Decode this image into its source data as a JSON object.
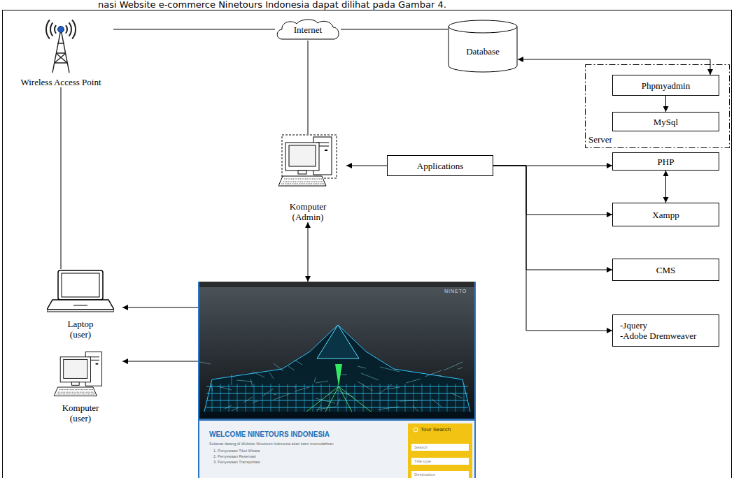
{
  "diagram": {
    "nodes": [
      {
        "text": [
          "Wireless Access Point"
        ]
      },
      {
        "text": [
          "Internet"
        ]
      },
      {
        "text": [
          "Database"
        ]
      },
      {
        "text": [
          "Server"
        ]
      },
      {
        "text": [
          "Phpmyadmin"
        ],
        "in": 3
      },
      {
        "text": [
          "MySql"
        ],
        "in": 3
      },
      {
        "text": [
          "Komputer (Admin)"
        ]
      },
      {
        "text": [
          "Applications"
        ]
      },
      {
        "text": [
          "PHP"
        ]
      },
      {
        "text": [
          "Xampp"
        ]
      },
      {
        "text": [
          "CMS"
        ]
      },
      {
        "text": [
          "-Jquery",
          "-Adobe Dremweaver"
        ]
      },
      {
        "text": [
          "Laptop (user)"
        ]
      },
      {
        "text": [
          "NINETO",
          "WELCOME NINETOURS INDONESIA",
          "Selamat datang di Website Ninetours Indonesia akan kami memudahkan",
          "1. Penyewaan Tiket Wisata",
          "2. Penyewaan Reservasi",
          "3. Penyewaan Transportasi",
          "Tour Search",
          "Search",
          "Title type",
          "Destination"
        ]
      },
      {
        "text": [
          "Komputer (user)"
        ]
      }
    ],
    "edges": [
      {
        "from": 0,
        "to": 1,
        "arrow": "none"
      },
      {
        "from": 1,
        "to": 2,
        "arrow": "none"
      },
      {
        "from": 1,
        "to": 6,
        "arrow": "none"
      },
      {
        "from": 0,
        "to": 12,
        "arrow": "none"
      },
      {
        "from": 2,
        "to": 4,
        "arrow": "both"
      },
      {
        "from": 4,
        "to": 5,
        "arrow": "to"
      },
      {
        "from": 7,
        "to": 6,
        "arrow": "to"
      },
      {
        "from": 7,
        "to": 8,
        "arrow": "to"
      },
      {
        "from": 8,
        "to": 9,
        "arrow": "both"
      },
      {
        "from": 7,
        "to": 9,
        "arrow": "to"
      },
      {
        "from": 7,
        "to": 10,
        "arrow": "to"
      },
      {
        "from": 7,
        "to": 11,
        "arrow": "to"
      },
      {
        "from": 6,
        "to": 13,
        "arrow": "both"
      },
      {
        "from": 13,
        "to": 12,
        "arrow": "to"
      },
      {
        "from": 13,
        "to": 14,
        "arrow": "to"
      }
    ],
    "labels": [
      "nasi Website e-commerce Ninetours Indonesia dapat dilihat pada Gambar 4."
    ]
  }
}
